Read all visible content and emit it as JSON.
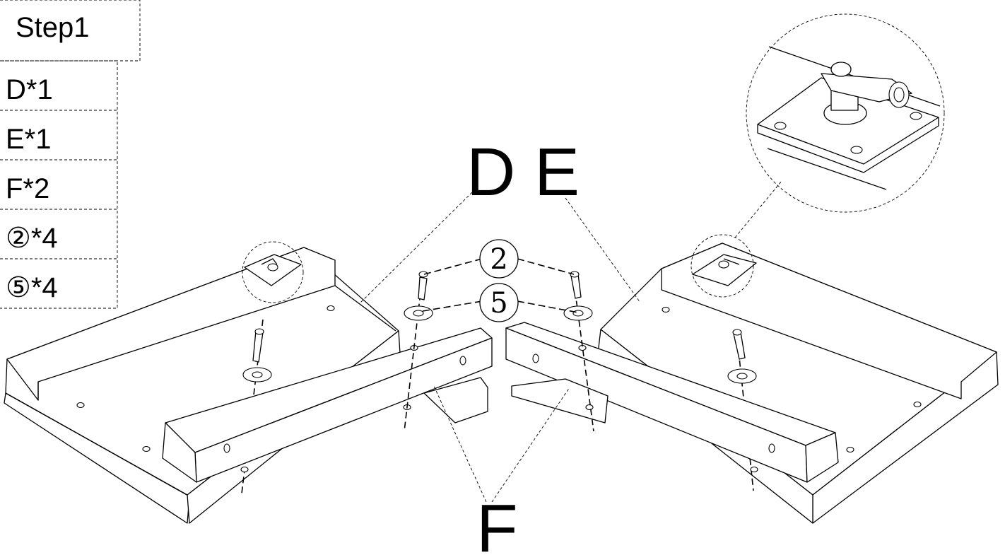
{
  "step": {
    "title": "Step1"
  },
  "parts_list": [
    {
      "label": "D*1"
    },
    {
      "label": "E*1"
    },
    {
      "label": "F*2"
    },
    {
      "label": "②*4"
    },
    {
      "label": "⑤*4"
    }
  ],
  "callouts": {
    "panel_d": "D",
    "panel_e": "E",
    "rail_f": "F",
    "screw": "2",
    "washer": "5"
  }
}
